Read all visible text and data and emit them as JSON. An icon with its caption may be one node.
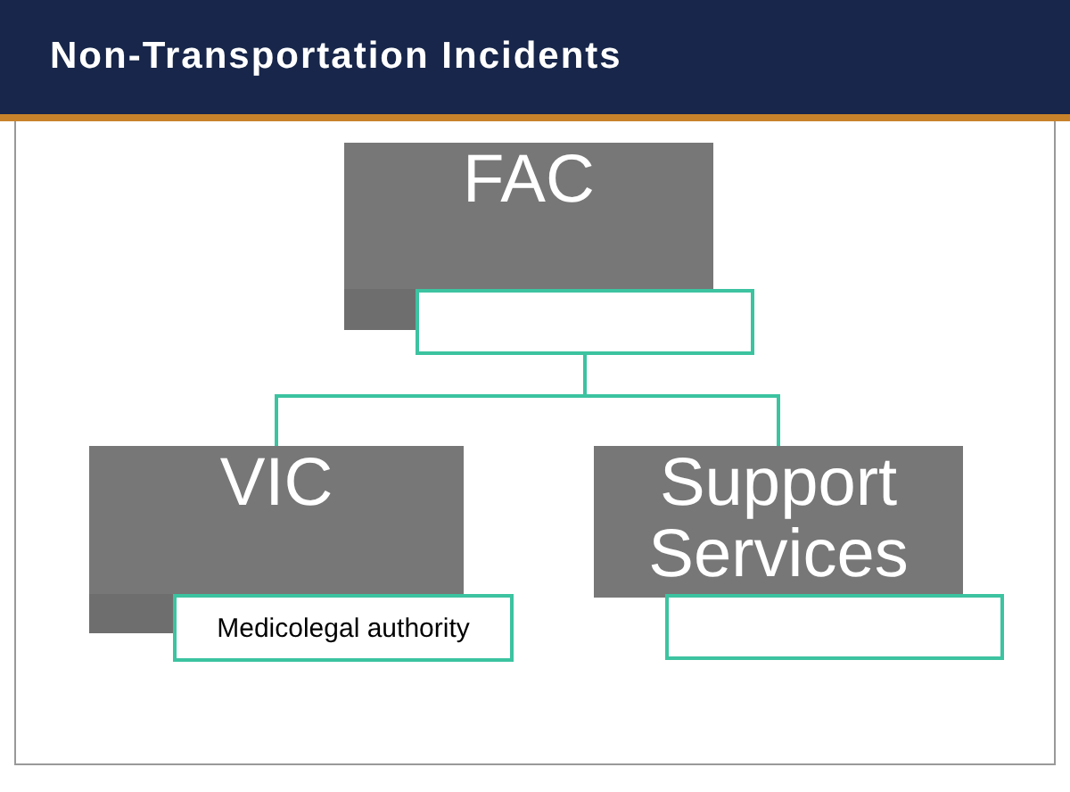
{
  "diagram": {
    "title": "Non-Transportation Incidents",
    "nodes": [
      {
        "text": [
          "FAC"
        ]
      },
      {
        "text": [],
        "shape": "box"
      },
      {
        "text": [
          "VIC"
        ]
      },
      {
        "text": [
          "Medicolegal authority"
        ]
      },
      {
        "text": [
          "Support Services"
        ]
      },
      {
        "text": [],
        "shape": "box"
      }
    ],
    "edges": [
      {
        "from": 1,
        "to": 2,
        "arrow": "none"
      },
      {
        "from": 1,
        "to": 4,
        "arrow": "none"
      }
    ]
  }
}
